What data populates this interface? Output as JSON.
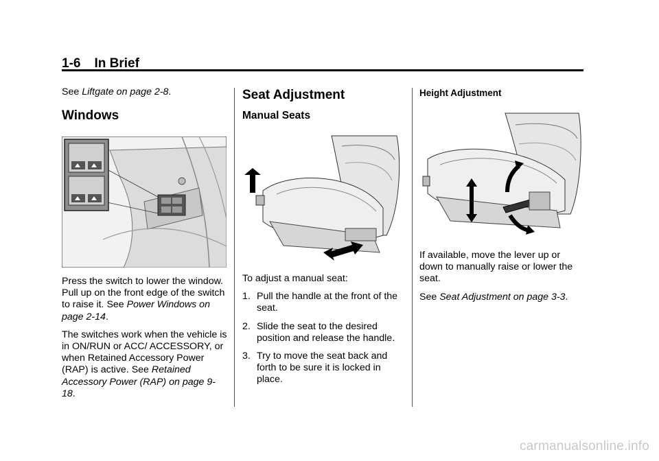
{
  "header": {
    "page_number": "1-6",
    "section": "In Brief"
  },
  "col1": {
    "see_prefix": "See",
    "see_link": "Liftgate on page 2-8",
    "see_suffix": ".",
    "windows_heading": "Windows",
    "para1_text": "Press the switch to lower the window. Pull up on the front edge of the switch to raise it. See",
    "para1_link": "Power Windows on page 2-14",
    "para1_end": ".",
    "para2_text": "The switches work when the vehicle is in ON/RUN or ACC/ ACCESSORY, or when Retained Accessory Power (RAP) is active. See",
    "para2_link": "Retained Accessory Power (RAP) on page 9-18",
    "para2_end": "."
  },
  "col2": {
    "heading": "Seat Adjustment",
    "subheading": "Manual Seats",
    "intro": "To adjust a manual seat:",
    "steps": [
      {
        "num": "1.",
        "text": "Pull the handle at the front of the seat."
      },
      {
        "num": "2.",
        "text": "Slide the seat to the desired position and release the handle."
      },
      {
        "num": "3.",
        "text": "Try to move the seat back and forth to be sure it is locked in place."
      }
    ]
  },
  "col3": {
    "heading": "Height Adjustment",
    "para": "If available, move the lever up or down to manually raise or lower the seat.",
    "see_prefix": "See",
    "see_link": "Seat Adjustment on page 3-3",
    "see_suffix": "."
  },
  "footer": {
    "watermark": "carmanualsonline.info"
  },
  "colors": {
    "text": "#000000",
    "figure_bg": "#ececec",
    "watermark": "#c8c8c8"
  }
}
